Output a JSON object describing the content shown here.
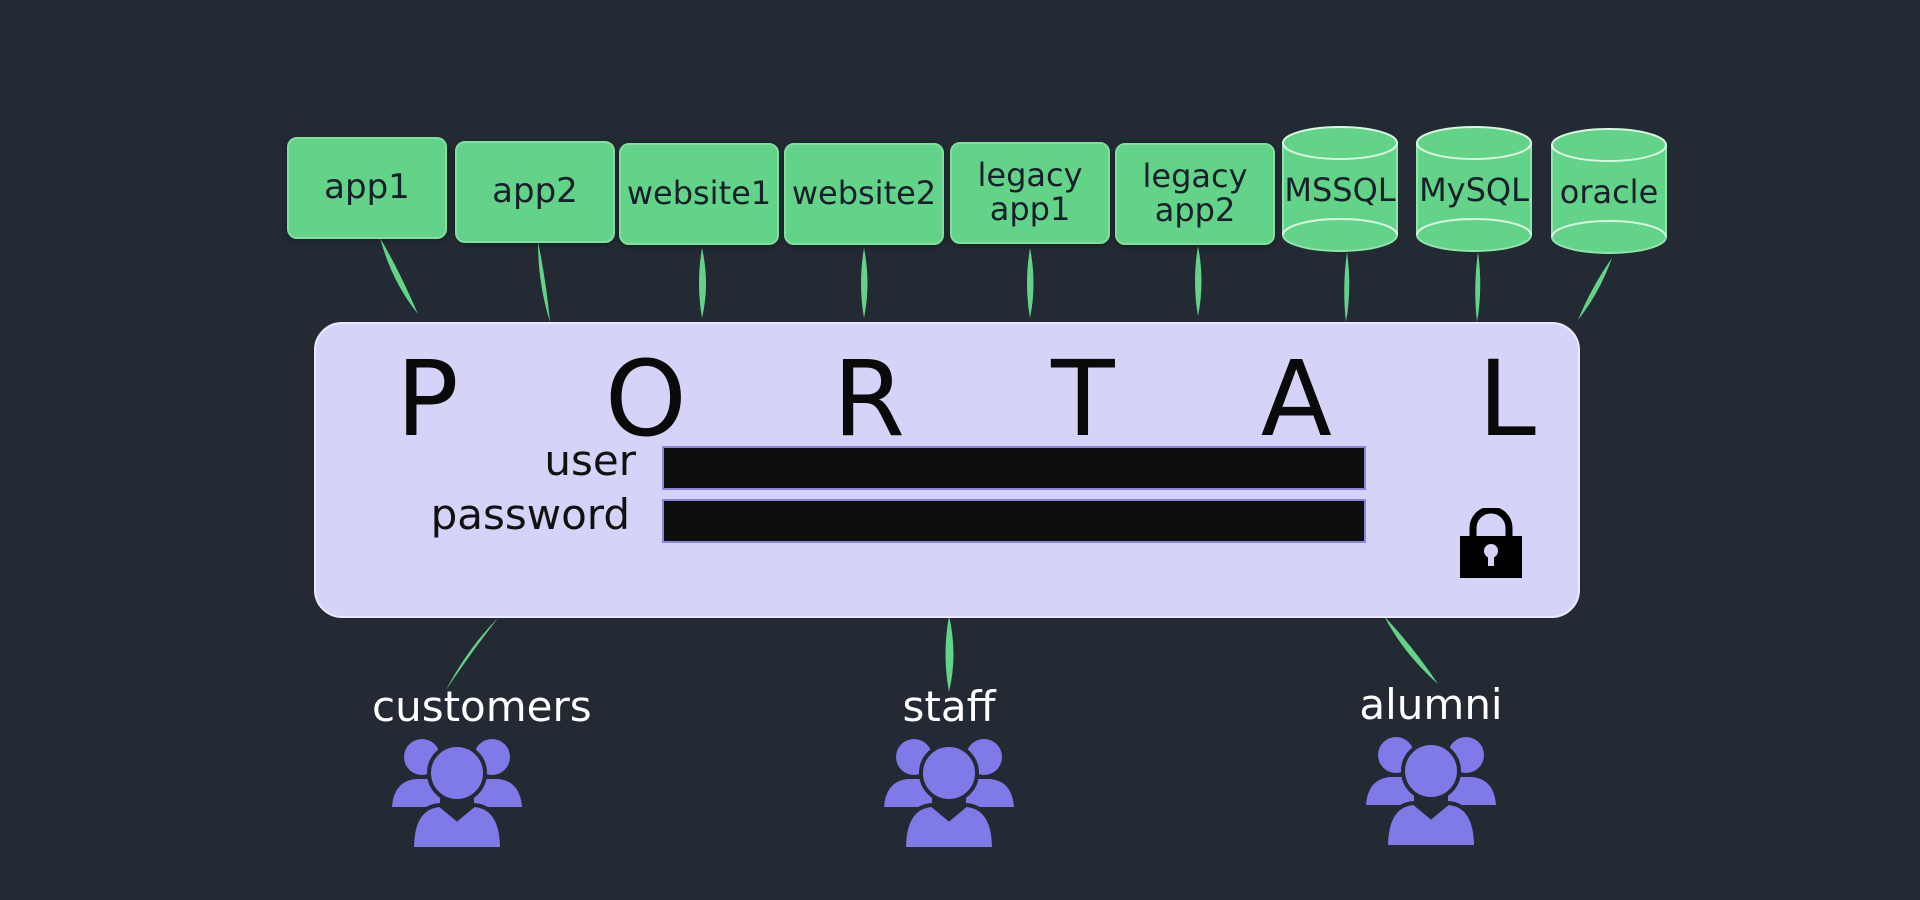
{
  "systems": [
    {
      "label": "app1",
      "kind": "app"
    },
    {
      "label": "app2",
      "kind": "app"
    },
    {
      "label": "website1",
      "kind": "app"
    },
    {
      "label": "website2",
      "kind": "app"
    },
    {
      "label": "legacy\napp1",
      "kind": "app"
    },
    {
      "label": "legacy\napp2",
      "kind": "app"
    },
    {
      "label": "MSSQL",
      "kind": "database"
    },
    {
      "label": "MySQL",
      "kind": "database"
    },
    {
      "label": "oracle",
      "kind": "database"
    }
  ],
  "portal": {
    "letters": [
      "P",
      "O",
      "R",
      "T",
      "A",
      "L"
    ],
    "user_label": "user",
    "password_label": "password",
    "icon": "lock-icon"
  },
  "user_groups": [
    {
      "label": "customers",
      "icon": "users-icon"
    },
    {
      "label": "staff",
      "icon": "users-icon"
    },
    {
      "label": "alumni",
      "icon": "users-icon"
    }
  ],
  "colors": {
    "background": "#232a33",
    "system_fill": "#62d388",
    "portal_fill": "#d6d3f8",
    "field_fill": "#0e0e0e",
    "users_icon": "#8079e8"
  }
}
